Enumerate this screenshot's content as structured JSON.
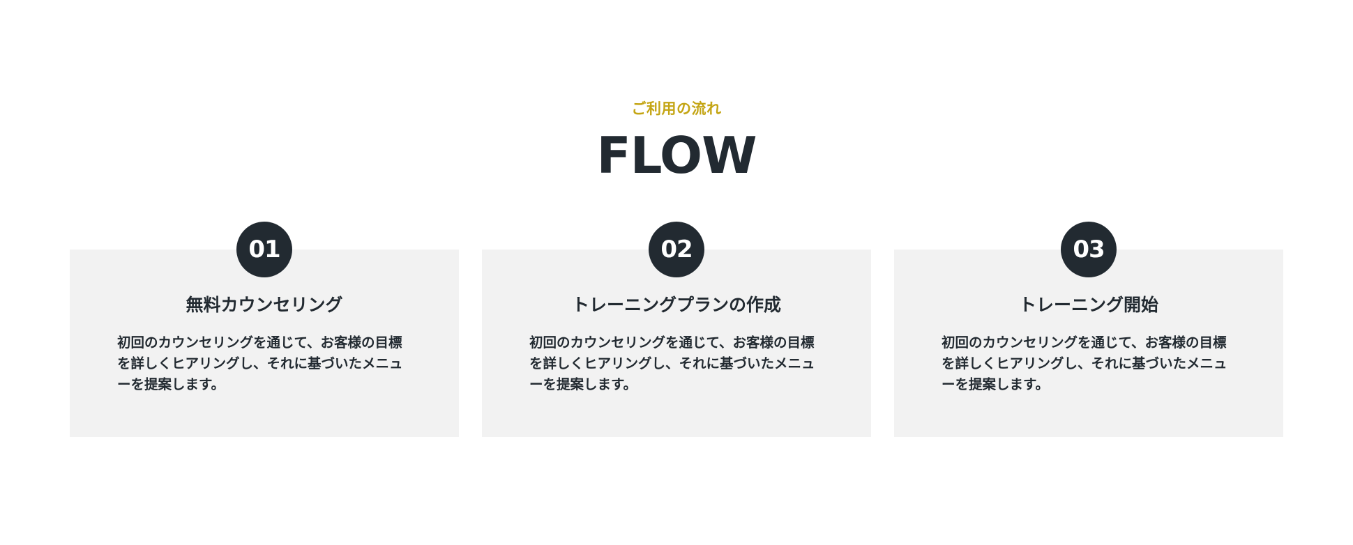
{
  "section": {
    "subtitle": "ご利用の流れ",
    "title": "FLOW",
    "accent_color": "#c4a514",
    "text_color": "#222a31",
    "card_bg": "#f2f2f2"
  },
  "steps": [
    {
      "number": "01",
      "title": "無料カウンセリング",
      "description": "初回のカウンセリングを通じて、お客様の目標を詳しくヒアリングし、それに基づいたメニューを提案します。"
    },
    {
      "number": "02",
      "title": "トレーニングプランの作成",
      "description": "初回のカウンセリングを通じて、お客様の目標を詳しくヒアリングし、それに基づいたメニューを提案します。"
    },
    {
      "number": "03",
      "title": "トレーニング開始",
      "description": "初回のカウンセリングを通じて、お客様の目標を詳しくヒアリングし、それに基づいたメニューを提案します。"
    }
  ]
}
